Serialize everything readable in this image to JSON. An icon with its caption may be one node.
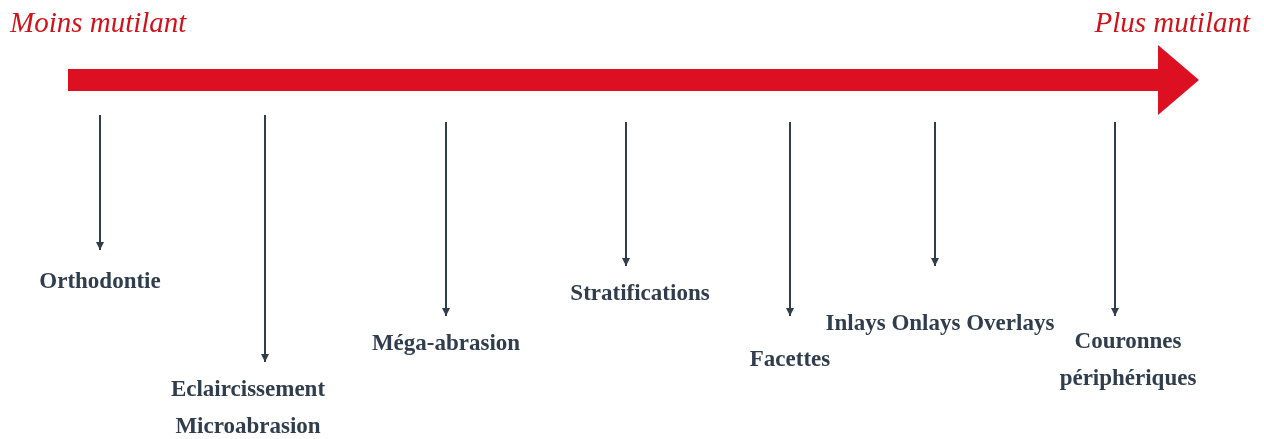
{
  "diagram": {
    "nodes": [
      {
        "text": [
          "Orthodontie"
        ]
      },
      {
        "text": [
          "Eclaircissement Microabrasion"
        ]
      },
      {
        "text": [
          "Méga-abrasion"
        ]
      },
      {
        "text": [
          "Stratifications"
        ]
      },
      {
        "text": [
          "Facettes"
        ]
      },
      {
        "text": [
          "Inlays Onlays Overlays"
        ]
      },
      {
        "text": [
          "Couronnes périphériques"
        ]
      }
    ],
    "edges": [
      {
        "from": null,
        "to": 0,
        "arrow": "to"
      },
      {
        "from": null,
        "to": 1,
        "arrow": "to"
      },
      {
        "from": null,
        "to": 2,
        "arrow": "to"
      },
      {
        "from": null,
        "to": 3,
        "arrow": "to"
      },
      {
        "from": null,
        "to": 4,
        "arrow": "to"
      },
      {
        "from": null,
        "to": 5,
        "arrow": "to"
      },
      {
        "from": null,
        "to": 6,
        "arrow": "to"
      }
    ],
    "labels": [
      "Moins mutilant",
      "Plus mutilant"
    ]
  }
}
